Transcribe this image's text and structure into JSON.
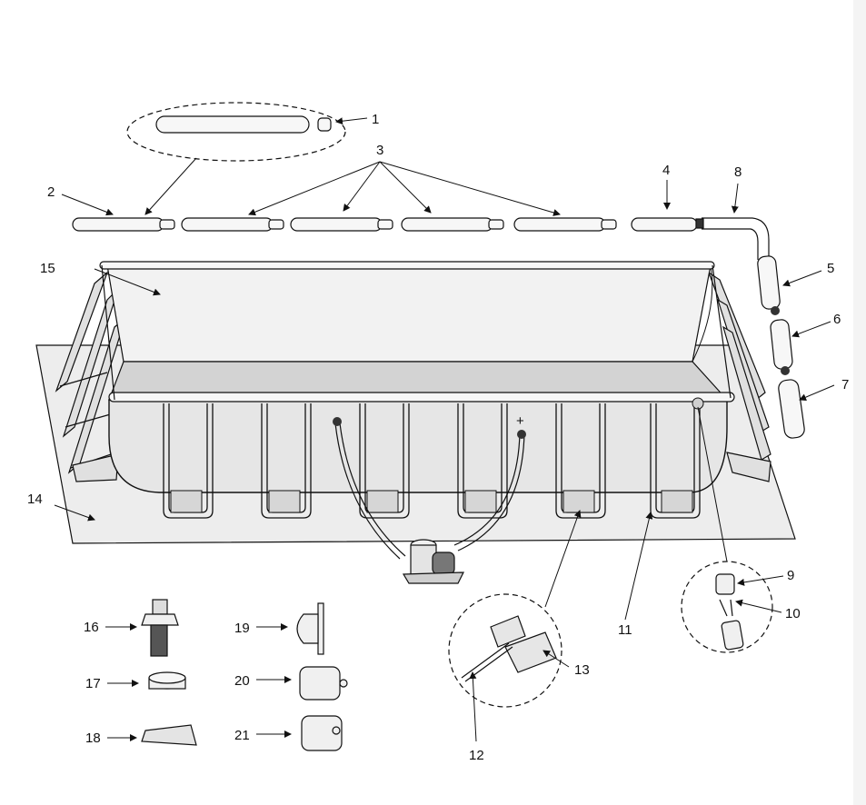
{
  "diagram": {
    "colors": {
      "ink": "#111111",
      "pool_fill": "#e6e6e6",
      "liner": "#d3d3d3",
      "mat": "#ededed",
      "pipe": "#f7f7f7"
    },
    "callouts": [
      {
        "id": "p1",
        "label": "1"
      },
      {
        "id": "p2",
        "label": "2"
      },
      {
        "id": "p3",
        "label": "3"
      },
      {
        "id": "p4",
        "label": "4"
      },
      {
        "id": "p5",
        "label": "5"
      },
      {
        "id": "p6",
        "label": "6"
      },
      {
        "id": "p7",
        "label": "7"
      },
      {
        "id": "p8",
        "label": "8"
      },
      {
        "id": "p9",
        "label": "9"
      },
      {
        "id": "p10",
        "label": "10"
      },
      {
        "id": "p11",
        "label": "11"
      },
      {
        "id": "p12",
        "label": "12"
      },
      {
        "id": "p13",
        "label": "13"
      },
      {
        "id": "p14",
        "label": "14"
      },
      {
        "id": "p15",
        "label": "15"
      },
      {
        "id": "p16",
        "label": "16"
      },
      {
        "id": "p17",
        "label": "17"
      },
      {
        "id": "p18",
        "label": "18"
      },
      {
        "id": "p19",
        "label": "19"
      },
      {
        "id": "p20",
        "label": "20"
      },
      {
        "id": "p21",
        "label": "21"
      }
    ],
    "pump_marker": "+"
  }
}
